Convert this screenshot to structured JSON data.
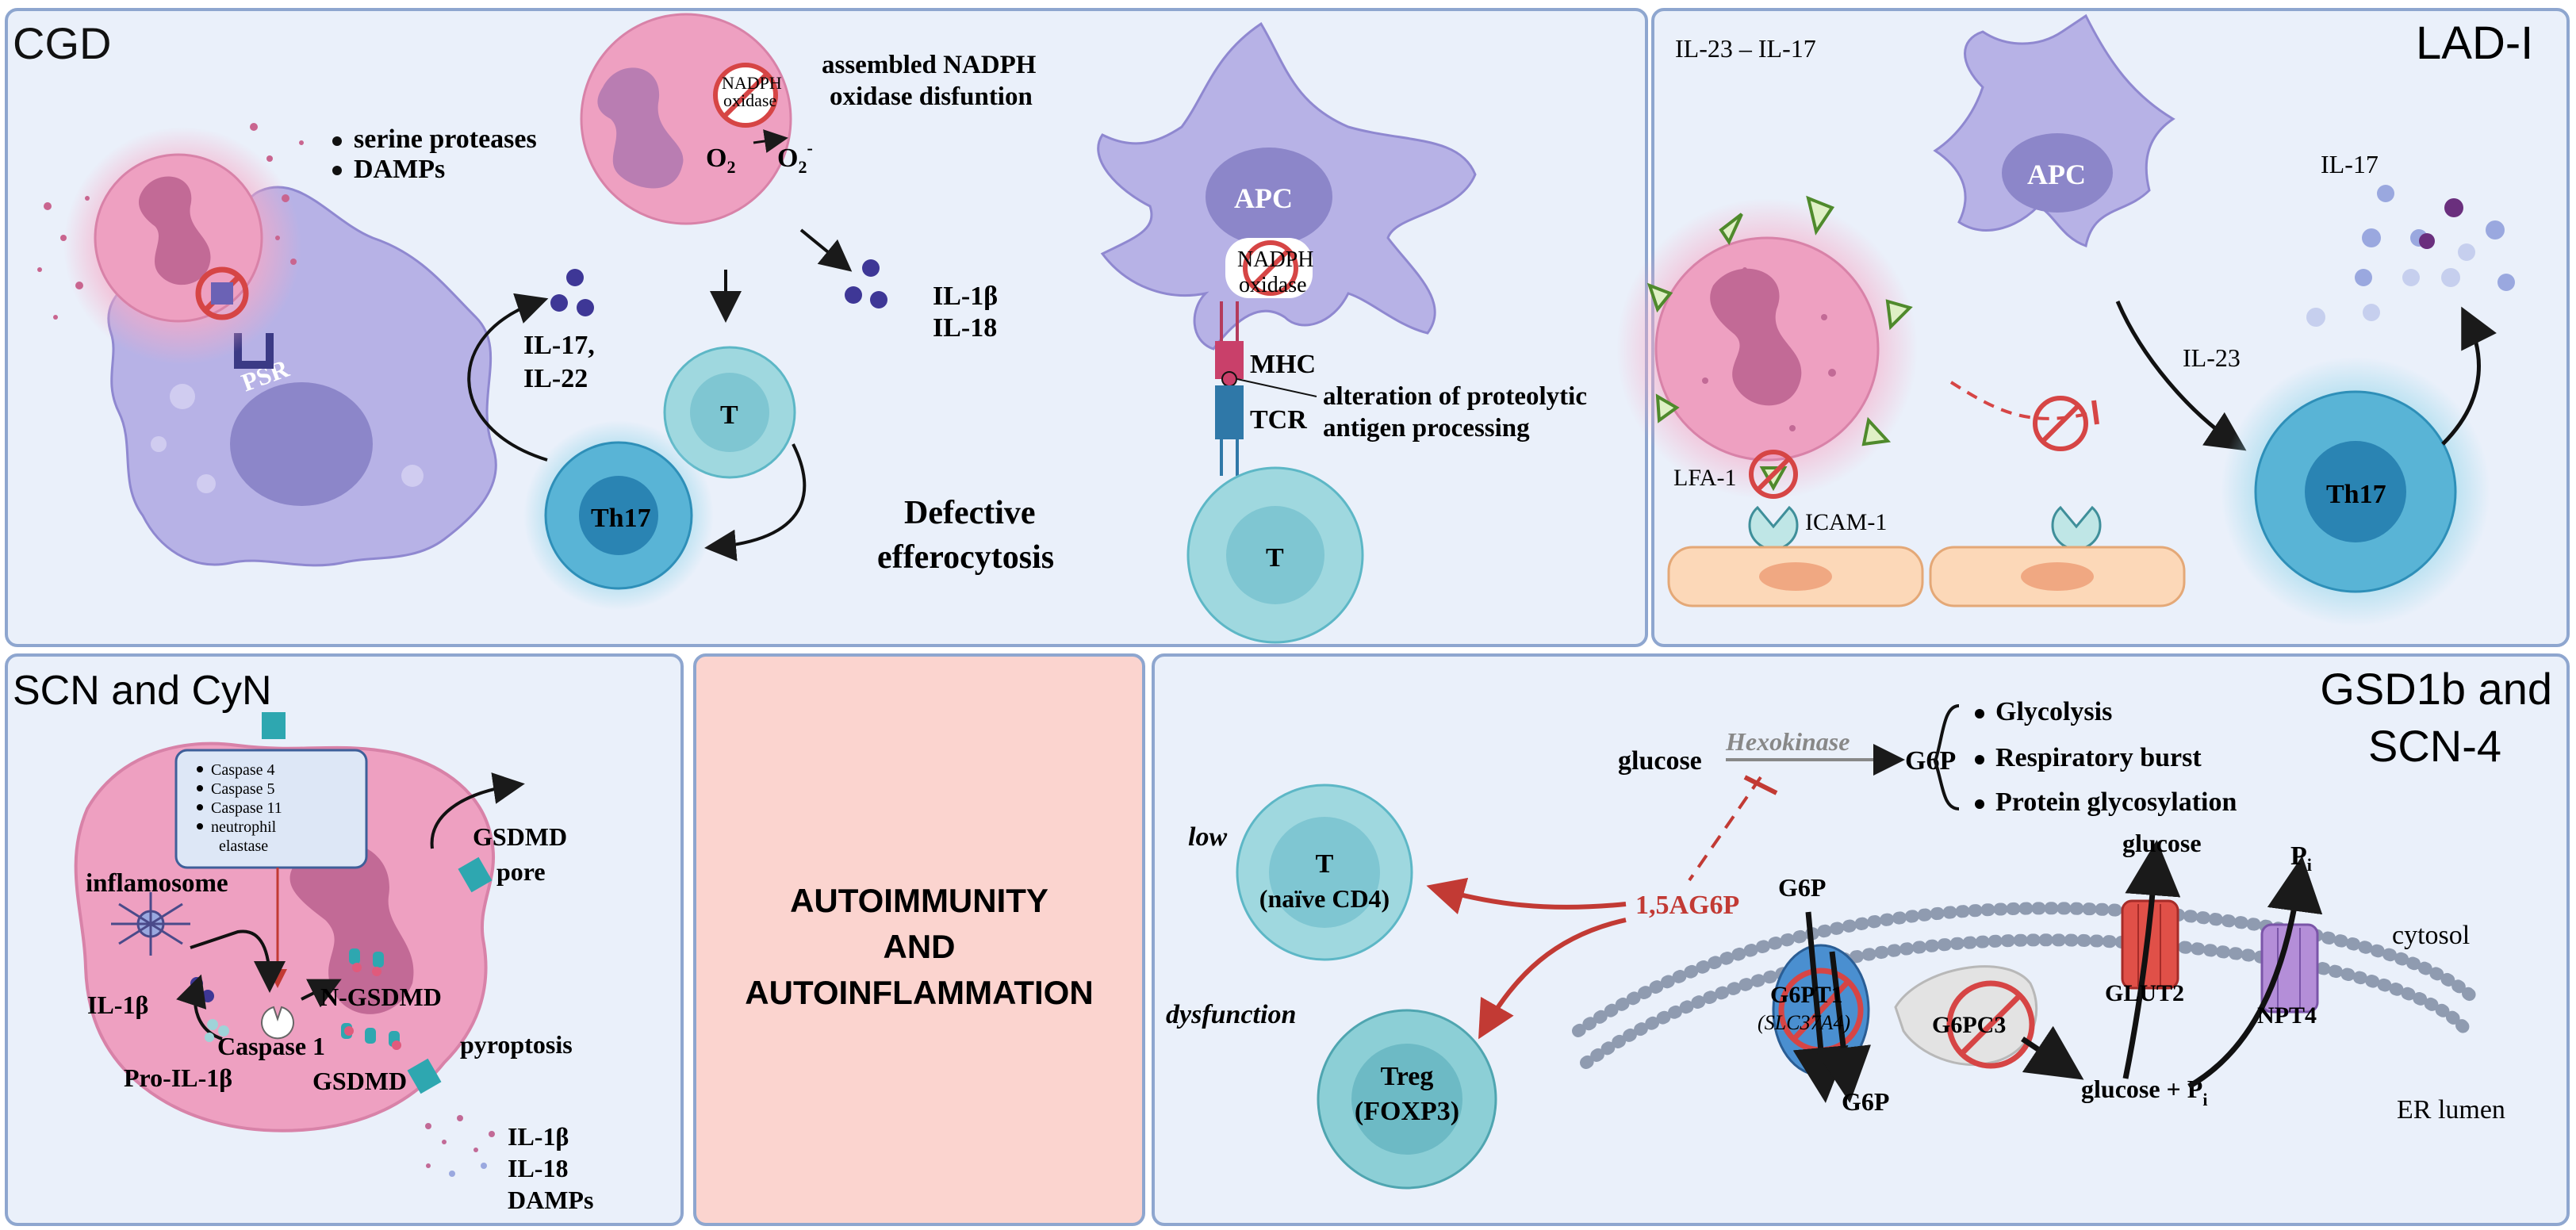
{
  "panels": {
    "cgd": {
      "title": "CGD",
      "bullets": [
        "serine proteases",
        "DAMPs"
      ],
      "psr": "PSR",
      "nadph_small": [
        "NADPH",
        "oxidase"
      ],
      "assembled": [
        "assembled  NADPH",
        "oxidase disfuntion"
      ],
      "o2": "O",
      "o2_sub": "2",
      "o2_minus": "O",
      "o2_minus_sub": "2",
      "o2_minus_sup": "-",
      "il17": [
        "IL-17,",
        "IL-22"
      ],
      "il1b": [
        "IL-1β",
        "IL-18"
      ],
      "t": "T",
      "th17": "Th17",
      "apc": "APC",
      "apc_nadph": [
        "NADPH",
        "oxidase"
      ],
      "mhc": "MHC",
      "tcr": "TCR",
      "alteration": [
        "alteration of proteolytic",
        "antigen processing"
      ],
      "defective": [
        "Defective",
        "efferocytosis"
      ],
      "t2": "T"
    },
    "lad": {
      "title": "LAD-I",
      "axis": "IL-23 – IL-17",
      "apc": "APC",
      "il17": "IL-17",
      "il23": "IL-23",
      "th17": "Th17",
      "lfa": "LFA-1",
      "icam": "ICAM-1"
    },
    "scn": {
      "title": "SCN and CyN",
      "caspases": [
        "Caspase 4",
        "Caspase 5",
        "Caspase 11",
        "neutrophil",
        "elastase"
      ],
      "inflamosome": "inflamosome",
      "il1b": "IL-1β",
      "caspase1": "Caspase 1",
      "pro_il1b": "Pro-IL-1β",
      "ngsdmd": "N-GSDMD",
      "gsdmd": "GSDMD",
      "gsdmd_pore": [
        "GSDMD",
        "pore"
      ],
      "pyroptosis": "pyroptosis",
      "outputs": [
        "IL-1β",
        "IL-18",
        "DAMPs"
      ]
    },
    "auto": {
      "lines": [
        "AUTOIMMUNITY",
        "AND",
        "AUTOINFLAMMATION"
      ]
    },
    "gsd": {
      "title": [
        "GSD1b and",
        "SCN-4"
      ],
      "glucose": "glucose",
      "hexokinase": "Hexokinase",
      "g6p": "G6P",
      "fates": [
        "Glycolysis",
        "Respiratory burst",
        "Protein glycosylation"
      ],
      "low": "low",
      "t_cell": [
        "T",
        "(naïve CD4)"
      ],
      "ag6p": "1,5AG6P",
      "dysfunction": "dysfunction",
      "treg": [
        "Treg",
        "(FOXP3)"
      ],
      "g6p_top": "G6P",
      "g6pt1": [
        "G6PT1",
        "(SLC37A4)"
      ],
      "g6p_bottom": "G6P",
      "g6pc3": "G6PC3",
      "glucose_out": "glucose",
      "glut2": "GLUT2",
      "pi": "P",
      "pi_sub": "i",
      "npt4": "NPT4",
      "glucose_pi": "glucose + P",
      "glucose_pi_sub": "i",
      "cytosol": "cytosol",
      "er_lumen": "ER lumen"
    }
  },
  "colors": {
    "panel_bg": "#eaf0fa",
    "panel_border": "#8ea6cf",
    "auto_bg": "#fbd4cf",
    "neutrophil": "#e8a6c4",
    "macrophage": "#b7b2e6",
    "tcell": "#9fd8df",
    "th17": "#59b4d6",
    "inhibit_red": "#d64545"
  }
}
